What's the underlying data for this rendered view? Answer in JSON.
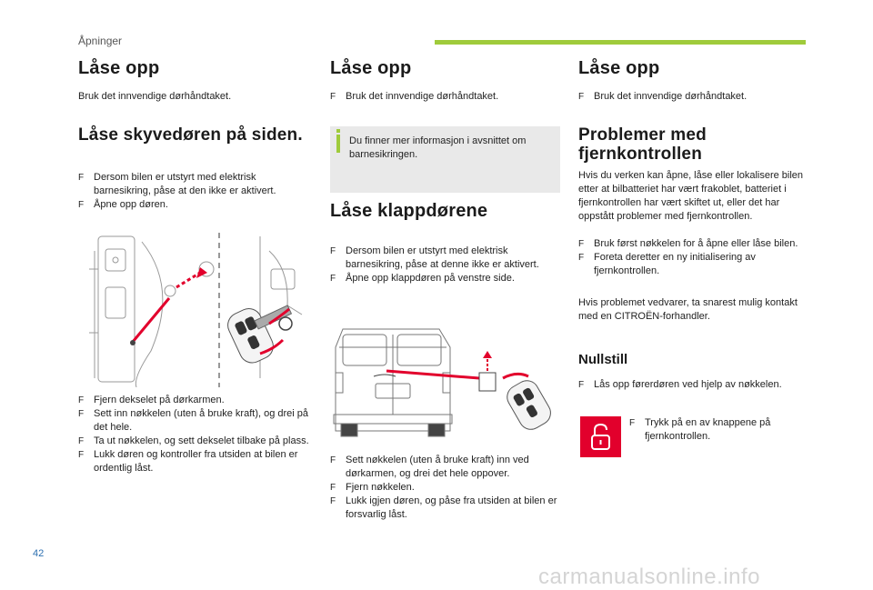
{
  "header": {
    "section": "Åpninger",
    "accent": "#9fcb3b"
  },
  "col1": {
    "title1": "Låse opp",
    "text1": "Bruk det innvendige dørhåndtaket.",
    "title2": "Låse skyvedøren på siden.",
    "bullets_a": [
      "Dersom bilen er utstyrt med elektrisk barnesikring, påse at den ikke er aktivert.",
      "Åpne opp døren."
    ],
    "bullets_b": [
      "Fjern dekselet på dørkarmen.",
      "Sett inn nøkkelen (uten å bruke kraft), og drei på det hele.",
      "Ta ut nøkkelen, og sett dekselet tilbake på plass.",
      "Lukk døren og kontroller fra utsiden at bilen er ordentlig låst."
    ]
  },
  "col2": {
    "title1": "Låse opp",
    "bullet1": "Bruk det innvendige dørhåndtaket.",
    "info": "Du finner mer informasjon i avsnittet om barnesikringen.",
    "title2": "Låse klappdørene",
    "bullets_a": [
      "Dersom bilen er utstyrt med elektrisk barnesikring, påse at denne ikke er aktivert.",
      "Åpne opp klappdøren på venstre side."
    ],
    "bullets_b": [
      "Sett nøkkelen (uten å bruke kraft) inn ved dørkarmen, og drei det hele oppover.",
      "Fjern nøkkelen.",
      "Lukk igjen døren, og påse fra utsiden at bilen er forsvarlig låst."
    ]
  },
  "col3": {
    "title1": "Låse opp",
    "bullet1": "Bruk det innvendige dørhåndtaket.",
    "title2": "Problemer med fjernkontrollen",
    "para1": "Hvis du verken kan åpne, låse eller lokalisere bilen etter at bilbatteriet har vært frakoblet, batteriet i fjernkontrollen har vært skiftet ut, eller det har oppstått problemer med fjernkontrollen.",
    "bullets": [
      "Bruk først nøkkelen for å åpne eller låse bilen.",
      "Foreta deretter en ny initialisering av fjernkontrollen."
    ],
    "para2": "Hvis problemet vedvarer, ta snarest mulig kontakt med en CITROËN-forhandler.",
    "title3": "Nullstill",
    "bullet3": "Lås opp førerdøren ved hjelp av nøkkelen.",
    "lock_bullet": "Trykk på en av knappene på fjernkontrollen.",
    "lock_color": "#e2002c"
  },
  "bullet_marker": "F",
  "footer": {
    "page": "42",
    "watermark": "carmanualsonline.info"
  }
}
